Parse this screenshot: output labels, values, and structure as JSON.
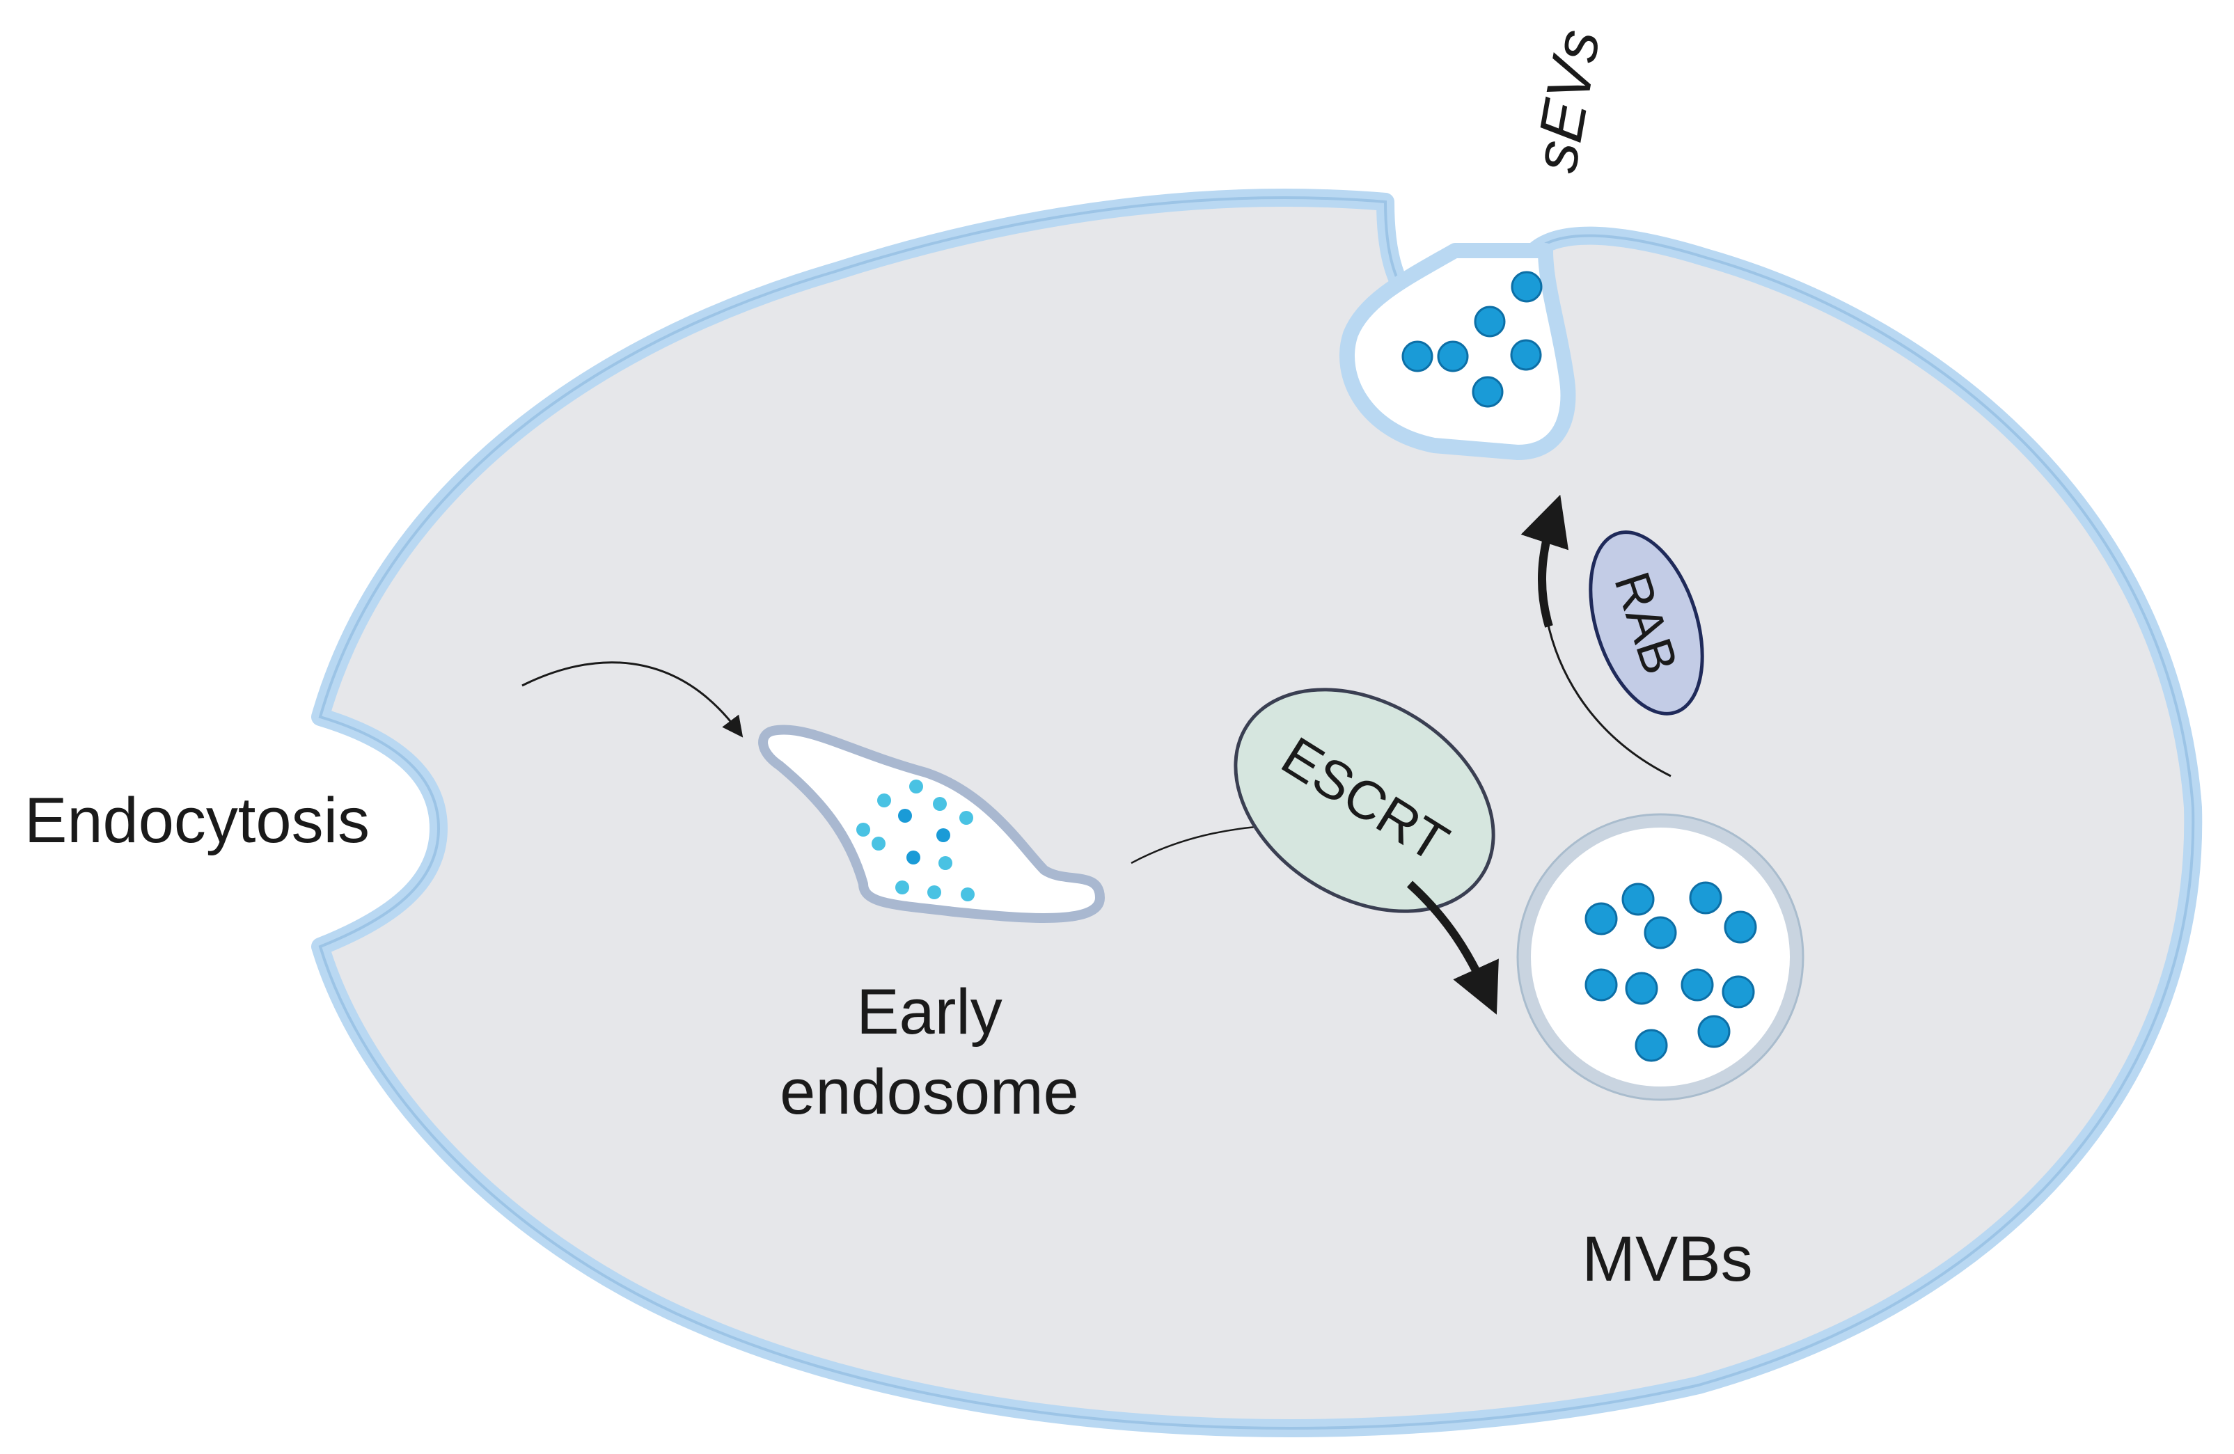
{
  "labels": {
    "endocytosis": "Endocytosis",
    "early_endosome_line1": "Early",
    "early_endosome_line2": "endosome",
    "escrt": "ESCRT",
    "rab": "RAB",
    "mvbs": "MVBs",
    "sevs": "sEVs"
  },
  "colors": {
    "cytoplasm": "#e6e7ea",
    "membrane": "#b9d8f2",
    "membrane_edge": "#9cc4e6",
    "vesicle": "#ffffff",
    "particle": "#1a9bd7",
    "particle_edge": "#0d6fa6",
    "early_particle": "#49c2e3",
    "escrt_fill": "#d6e6df",
    "rab_fill": "#c3cce6",
    "arrow": "#1a1a1a"
  },
  "icons": {
    "cell": "cell-membrane-icon",
    "early_endosome": "early-endosome-icon",
    "mvb": "multivesicular-body-icon",
    "sev_bud": "exosome-release-icon"
  }
}
